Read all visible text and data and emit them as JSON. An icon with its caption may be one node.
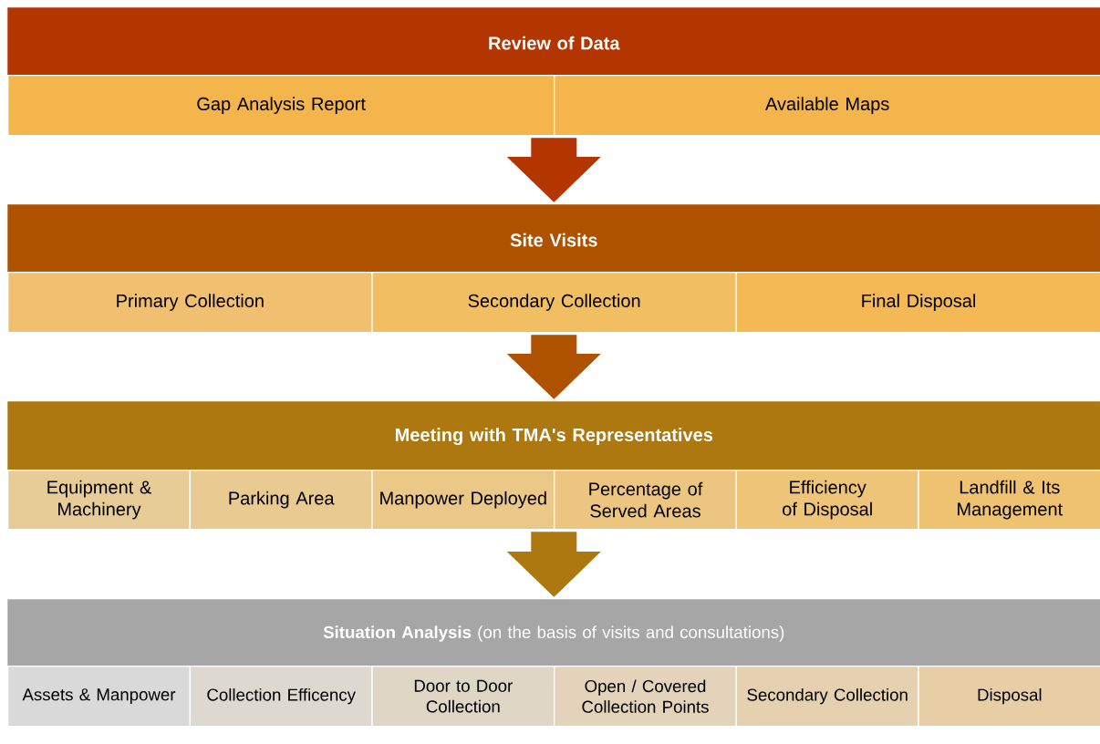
{
  "diagram": {
    "nodes": [
      {
        "text": [
          "Review of Data"
        ]
      },
      {
        "text": [
          "Gap Analysis Report"
        ]
      },
      {
        "text": [
          "Available Maps"
        ]
      },
      {
        "text": [
          "Site Visits"
        ]
      },
      {
        "text": [
          "Primary Collection"
        ]
      },
      {
        "text": [
          "Secondary Collection"
        ]
      },
      {
        "text": [
          "Final Disposal"
        ]
      },
      {
        "text": [
          "Meeting with TMA's Representatives"
        ]
      },
      {
        "text": [
          "Equipment & Machinery"
        ]
      },
      {
        "text": [
          "Parking Area"
        ]
      },
      {
        "text": [
          "Manpower Deployed"
        ]
      },
      {
        "text": [
          "Percentage of Served Areas"
        ]
      },
      {
        "text": [
          "Efficiency of Disposal"
        ]
      },
      {
        "text": [
          "Landfill & Its Management"
        ]
      },
      {
        "text": [
          "**Situation Analysis** (on the basis of visits and consultations)"
        ]
      },
      {
        "text": [
          "Assets & Manpower"
        ]
      },
      {
        "text": [
          "Collection Efficency"
        ]
      },
      {
        "text": [
          "Door to Door Collection"
        ]
      },
      {
        "text": [
          "Open / Covered Collection Points"
        ]
      },
      {
        "text": [
          "Secondary Collection"
        ]
      },
      {
        "text": [
          "Disposal"
        ]
      }
    ],
    "edges": [
      {
        "from": 2,
        "to": 3,
        "arrow": "to"
      },
      {
        "from": 5,
        "to": 7,
        "arrow": "to"
      },
      {
        "from": 11,
        "to": 14,
        "arrow": "to"
      }
    ]
  }
}
